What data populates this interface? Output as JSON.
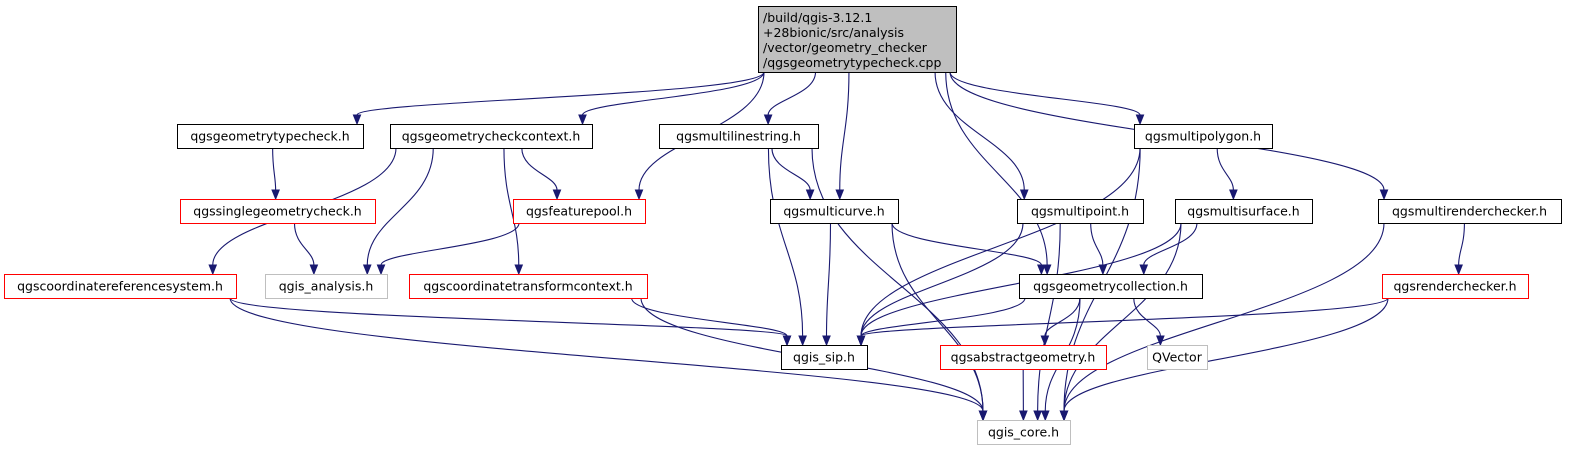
{
  "colors": {
    "edge": "#191970",
    "root_fill": "#bfbfbf",
    "border_normal": "#000000",
    "border_red": "#ff0000",
    "border_gray": "#bfbfbf"
  },
  "nodes": [
    {
      "id": "root",
      "lines": [
        "/build/qgis-3.12.1",
        "+28bionic/src/analysis",
        "/vector/geometry_checker",
        "/qgsgeometrytypecheck.cpp"
      ],
      "style": "root"
    },
    {
      "id": "geometrytypecheck",
      "lines": [
        "qgsgeometrytypecheck.h"
      ],
      "style": "normal"
    },
    {
      "id": "geometrycheckcontext",
      "lines": [
        "qgsgeometrycheckcontext.h"
      ],
      "style": "normal"
    },
    {
      "id": "multilinestring",
      "lines": [
        "qgsmultilinestring.h"
      ],
      "style": "normal"
    },
    {
      "id": "multipolygon",
      "lines": [
        "qgsmultipolygon.h"
      ],
      "style": "normal"
    },
    {
      "id": "singlegeometrycheck",
      "lines": [
        "qgssinglegeometrycheck.h"
      ],
      "style": "red"
    },
    {
      "id": "featurepool",
      "lines": [
        "qgsfeaturepool.h"
      ],
      "style": "red"
    },
    {
      "id": "multicurve",
      "lines": [
        "qgsmulticurve.h"
      ],
      "style": "normal"
    },
    {
      "id": "multipoint",
      "lines": [
        "qgsmultipoint.h"
      ],
      "style": "normal"
    },
    {
      "id": "multisurface",
      "lines": [
        "qgsmultisurface.h"
      ],
      "style": "normal"
    },
    {
      "id": "multirenderchecker",
      "lines": [
        "qgsmultirenderchecker.h"
      ],
      "style": "normal"
    },
    {
      "id": "crs",
      "lines": [
        "qgscoordinatereferencesystem.h"
      ],
      "style": "red"
    },
    {
      "id": "analysis",
      "lines": [
        "qgis_analysis.h"
      ],
      "style": "gray"
    },
    {
      "id": "transformcontext",
      "lines": [
        "qgscoordinatetransformcontext.h"
      ],
      "style": "red"
    },
    {
      "id": "geometrycollection",
      "lines": [
        "qgsgeometrycollection.h"
      ],
      "style": "normal"
    },
    {
      "id": "renderchecker",
      "lines": [
        "qgsrenderchecker.h"
      ],
      "style": "red"
    },
    {
      "id": "sip",
      "lines": [
        "qgis_sip.h"
      ],
      "style": "normal"
    },
    {
      "id": "abstractgeometry",
      "lines": [
        "qgsabstractgeometry.h"
      ],
      "style": "red"
    },
    {
      "id": "qvector",
      "lines": [
        "QVector"
      ],
      "style": "gray"
    },
    {
      "id": "core",
      "lines": [
        "qgis_core.h"
      ],
      "style": "gray"
    }
  ],
  "edges": [
    [
      "root",
      "geometrytypecheck"
    ],
    [
      "root",
      "geometrycheckcontext"
    ],
    [
      "root",
      "featurepool"
    ],
    [
      "root",
      "multilinestring"
    ],
    [
      "root",
      "multicurve"
    ],
    [
      "root",
      "geometrycollection"
    ],
    [
      "root",
      "multipoint"
    ],
    [
      "root",
      "multipolygon"
    ],
    [
      "root",
      "multirenderchecker"
    ],
    [
      "geometrytypecheck",
      "singlegeometrycheck"
    ],
    [
      "singlegeometrycheck",
      "analysis"
    ],
    [
      "geometrycheckcontext",
      "crs"
    ],
    [
      "geometrycheckcontext",
      "analysis"
    ],
    [
      "geometrycheckcontext",
      "transformcontext"
    ],
    [
      "geometrycheckcontext",
      "featurepool"
    ],
    [
      "featurepool",
      "analysis"
    ],
    [
      "multilinestring",
      "multicurve"
    ],
    [
      "multilinestring",
      "sip"
    ],
    [
      "multilinestring",
      "core"
    ],
    [
      "multicurve",
      "sip"
    ],
    [
      "multicurve",
      "geometrycollection"
    ],
    [
      "multicurve",
      "core"
    ],
    [
      "multipoint",
      "geometrycollection"
    ],
    [
      "multipoint",
      "sip"
    ],
    [
      "multipoint",
      "core"
    ],
    [
      "multipolygon",
      "multisurface"
    ],
    [
      "multipolygon",
      "sip"
    ],
    [
      "multipolygon",
      "core"
    ],
    [
      "multisurface",
      "geometrycollection"
    ],
    [
      "multisurface",
      "sip"
    ],
    [
      "multisurface",
      "core"
    ],
    [
      "multirenderchecker",
      "renderchecker"
    ],
    [
      "multirenderchecker",
      "core"
    ],
    [
      "renderchecker",
      "sip"
    ],
    [
      "renderchecker",
      "core"
    ],
    [
      "crs",
      "sip"
    ],
    [
      "crs",
      "core"
    ],
    [
      "transformcontext",
      "sip"
    ],
    [
      "transformcontext",
      "core"
    ],
    [
      "geometrycollection",
      "sip"
    ],
    [
      "geometrycollection",
      "abstractgeometry"
    ],
    [
      "geometrycollection",
      "qvector"
    ],
    [
      "geometrycollection",
      "core"
    ],
    [
      "abstractgeometry",
      "core"
    ]
  ]
}
